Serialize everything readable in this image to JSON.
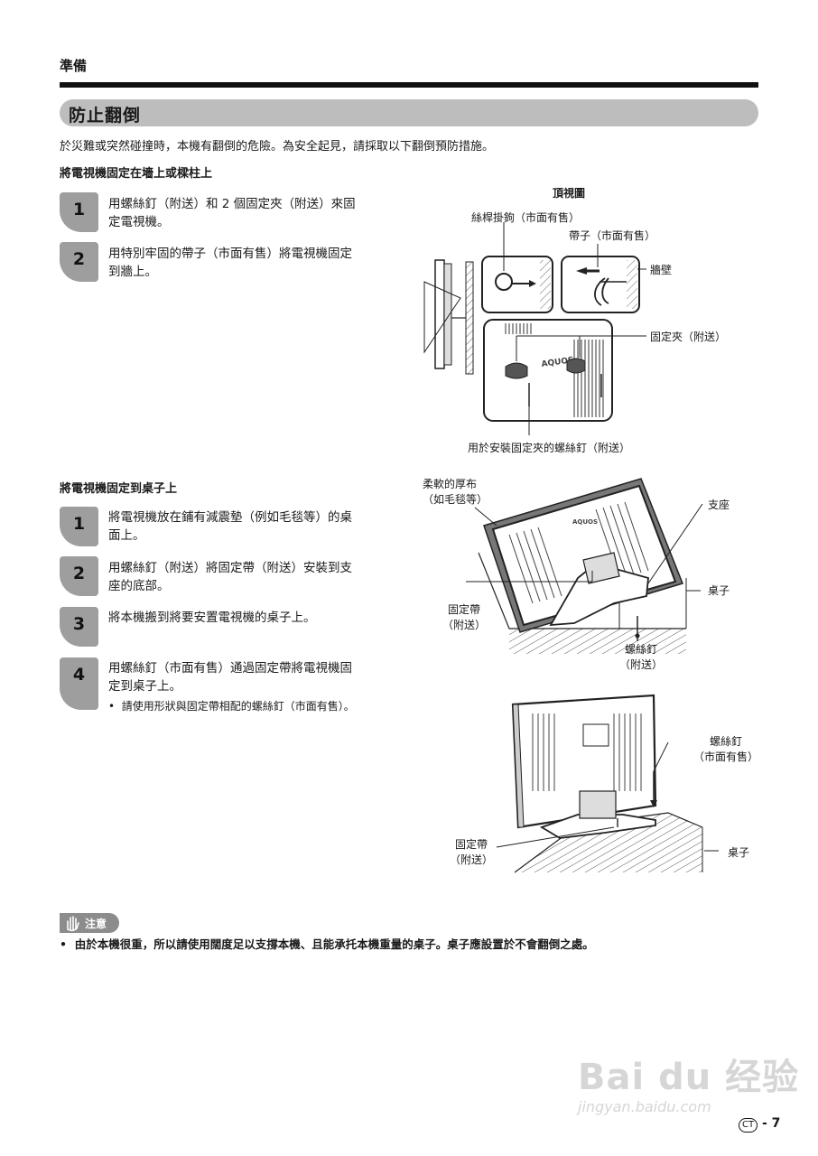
{
  "header": {
    "section": "準備",
    "title": "防止翻倒"
  },
  "intro": "於災難或突然碰撞時，本機有翻倒的危險。為安全起見，請採取以下翻倒預防措施。",
  "wall": {
    "heading": "將電視機固定在墻上或樑柱上",
    "steps": [
      {
        "num": "1",
        "line1": "用螺絲釘（附送）和 2 個固定夾（附送）來固",
        "line2": "定電視機。"
      },
      {
        "num": "2",
        "line1": "用特別牢固的帶子（市面有售）將電視機固定",
        "line2": "到牆上。"
      }
    ],
    "figure": {
      "top_view": "頂視圖",
      "hook": "絲桿掛鉤（市面有售）",
      "strap": "帶子（市面有售）",
      "wall": "牆壁",
      "clamp": "固定夾（附送）",
      "clamp_screw": "用於安裝固定夾的螺絲釘（附送）",
      "brand": "AQUOS"
    }
  },
  "desk": {
    "heading": "將電視機固定到桌子上",
    "steps": [
      {
        "num": "1",
        "line1": "將電視機放在鋪有減震墊（例如毛毯等）的桌",
        "line2": "面上。"
      },
      {
        "num": "2",
        "line1": "用螺絲釘（附送）將固定帶（附送）安裝到支",
        "line2": "座的底部。"
      },
      {
        "num": "3",
        "line1": "將本機搬到將要安置電視機的桌子上。",
        "line2": ""
      },
      {
        "num": "4",
        "line1": "用螺絲釘（市面有售）通過固定帶將電視機固",
        "line2": "定到桌子上。"
      }
    ],
    "bullet": "請使用形狀與固定帶相配的螺絲釘（市面有售）。",
    "figure1": {
      "cloth_1": "柔軟的厚布",
      "cloth_2": "（如毛毯等）",
      "stand": "支座",
      "band_1": "固定帶",
      "band_2": "（附送）",
      "desk": "桌子",
      "screw_1": "螺絲釘",
      "screw_2": "（附送）",
      "brand": "AQUOS"
    },
    "figure2": {
      "screw_1": "螺絲釘",
      "screw_2": "（市面有售）",
      "band_1": "固定帶",
      "band_2": "（附送）",
      "desk": "桌子"
    }
  },
  "caution": {
    "label": "注意",
    "text": "由於本機很重，所以請使用闊度足以支撐本機、且能承托本機重量的桌子。桌子應設置於不會翻倒之處。"
  },
  "watermark": {
    "brand": "Bai du 经验",
    "url": "jingyan.baidu.com"
  },
  "footer": {
    "lang": "CT",
    "page": "7"
  }
}
